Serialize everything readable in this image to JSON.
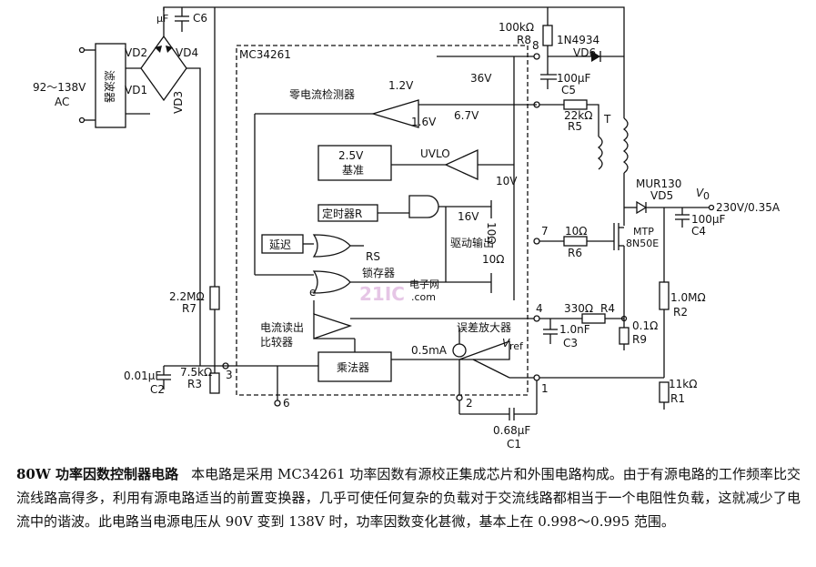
{
  "labels": {
    "c6": "C6",
    "uf": "μF",
    "vd2": "VD2",
    "vd4": "VD4",
    "vd1": "VD1",
    "vd3": "VD3",
    "input_v": "92～138V",
    "ac": "AC",
    "filter": "滤波器",
    "ic": "MC34261",
    "r8_val": "100kΩ",
    "r8": "R8",
    "vd6_part": "1N4934",
    "vd6": "VD6",
    "pin8": "8",
    "v36": "36V",
    "c5_val": "100μF",
    "c5": "C5",
    "zcd": "零电流检测器",
    "v12": "1.2V",
    "v16a": "1.6V",
    "v67": "6.7V",
    "r5_val": "22kΩ",
    "r5": "R5",
    "t": "T",
    "ref": "2.5V",
    "ref_cn": "基准",
    "uvlo": "UVLO",
    "v10": "10V",
    "mur": "MUR130",
    "vd5": "VD5",
    "vo": "V",
    "vo_sub": "0",
    "vout": "230V/0.35A",
    "c4_val": "100μF",
    "c4": "C4",
    "timer": "定时器R",
    "v16b": "16V",
    "r10a": "10Ω",
    "delay": "延迟",
    "pin7": "7",
    "r6_val": "10Ω",
    "r6": "R6",
    "mtp": "MTP",
    "mtp2": "8N50E",
    "drive": "驱动输出",
    "r10b": "10Ω",
    "rs": "RS",
    "latch": "锁存器",
    "r7_val": "2.2MΩ",
    "r7": "R7",
    "r2_val": "1.0MΩ",
    "r2": "R2",
    "e": "e",
    "pin4": "4",
    "r4_val": "330Ω",
    "r4": "R4",
    "cs_cmp1": "电流读出",
    "cs_cmp2": "比较器",
    "c3_val": "1.0nF",
    "c3": "C3",
    "r9_val": "0.1Ω",
    "r9": "R9",
    "ea": "误差放大器",
    "i05": "0.5mA",
    "vref": "V",
    "vref_sub": "ref",
    "mult": "乘法器",
    "c2_val": "0.01μF",
    "c2": "C2",
    "r3_val": "7.5kΩ",
    "r3": "R3",
    "pin3": "3",
    "pin6": "6",
    "pin2": "2",
    "pin1": "1",
    "r1_val": "11kΩ",
    "r1": "R1",
    "c1_val": "0.68μF",
    "c1": "C1"
  },
  "watermark": {
    "logo": "21IC",
    "cn": "电子网",
    "site": ".com"
  },
  "caption": {
    "title": "80W 功率因数控制器电路",
    "body": "本电路是采用 MC34261 功率因数有源校正集成芯片和外围电路构成。由于有源电路的工作频率比交流线路高得多，利用有源电路适当的前置变换器，几乎可使任何复杂的负载对于交流线路都相当于一个电阻性负载，这就减少了电流中的谐波。此电路当电源电压从 90V 变到 138V 时，功率因数变化甚微，基本上在 0.998～0.995 范围。"
  }
}
